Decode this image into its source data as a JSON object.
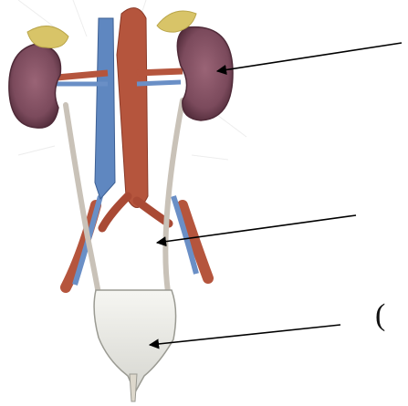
{
  "figure": {
    "subject": "urinary-system-illustration",
    "structures": [
      "kidney-left",
      "kidney-right",
      "adrenal-left",
      "adrenal-right",
      "aorta",
      "vena-cava",
      "ureter-left",
      "ureter-right",
      "bladder",
      "urethra"
    ],
    "colors": {
      "kidney": "#7b4a5c",
      "kidney_dark": "#5c3343",
      "adrenal": "#d8c468",
      "aorta": "#b5553d",
      "vena_cava": "#5f87c0",
      "ureter": "#c9c2b8",
      "bladder": "#ecece8",
      "arrow": "#000000"
    }
  },
  "annotations": {
    "label_fragment": "("
  },
  "pointers": [
    {
      "target": "kidney"
    },
    {
      "target": "ureter"
    },
    {
      "target": "bladder"
    }
  ]
}
